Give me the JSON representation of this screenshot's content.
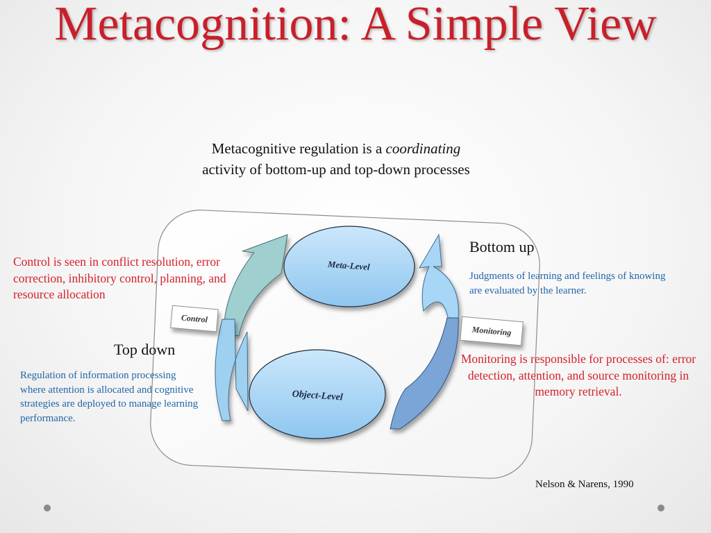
{
  "slide": {
    "title": "Metacognition:  A Simple View",
    "subtitle": {
      "part1": "Metacognitive regulation is a ",
      "emphasis": "coordinating",
      "part2": "activity of bottom-up and top-down processes"
    }
  },
  "diagram": {
    "meta_level": "Meta-Level",
    "object_level": "Object-Level",
    "control_label": "Control",
    "monitoring_label": "Monitoring",
    "colors": {
      "ellipse_fill": "#a6d4f5",
      "left_arrow_top": "#9fcfcf",
      "left_arrow_bottom": "#9fd0ef",
      "right_arrow_top": "#a8d6f6",
      "right_arrow_bottom": "#7aa5d6"
    }
  },
  "bottom_up": {
    "heading": "Bottom up",
    "description": "Judgments of learning and feelings of knowing are evaluated by the learner."
  },
  "top_down": {
    "heading": "Top down",
    "description": "Regulation of information processing where attention is allocated and cognitive strategies are deployed to manage learning performance."
  },
  "control_note": "Control is seen in conflict resolution, error correction, inhibitory control, planning, and resource allocation",
  "monitoring_note": "Monitoring is responsible for processes of: error detection, attention, and source monitoring in memory retrieval.",
  "citation": "Nelson & Narens, 1990"
}
